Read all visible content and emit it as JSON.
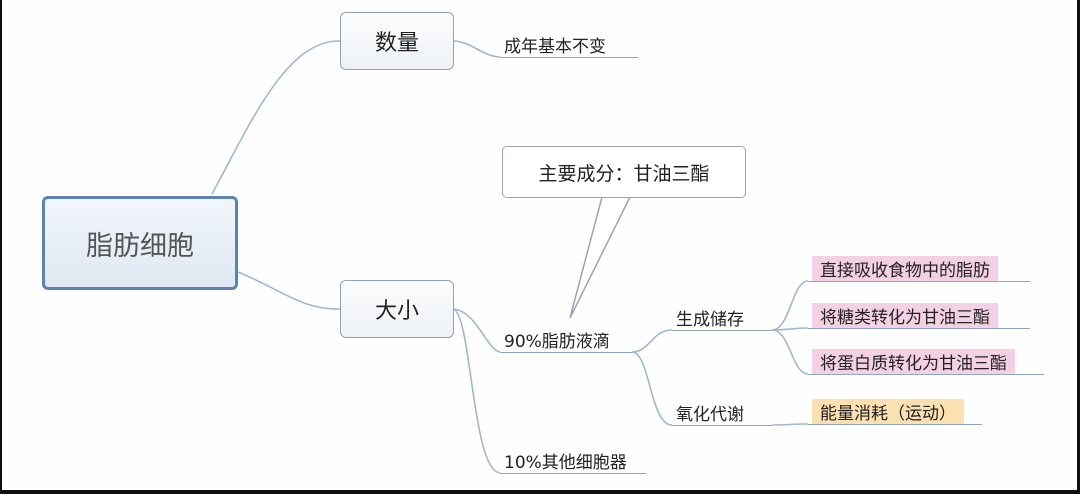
{
  "mindmap": {
    "root": "脂肪细胞",
    "quantity": {
      "label": "数量",
      "detail": "成年基本不变"
    },
    "size": {
      "label": "大小",
      "callout": "主要成分：甘油三酯",
      "fat_droplet": "90%脂肪液滴",
      "other_organelles": "10%其他细胞器",
      "storage": "生成储存",
      "oxidation": "氧化代谢",
      "storage_items": [
        "直接吸收食物中的脂肪",
        "将糖类转化为甘油三酯",
        "将蛋白质转化为甘油三酯"
      ],
      "oxidation_item": "能量消耗（运动）"
    }
  },
  "colors": {
    "link": "#9fb8cf",
    "root_border": "#5b84b1",
    "highlight_pink": "#f4d0e4",
    "highlight_orange": "#fbe0b2"
  }
}
